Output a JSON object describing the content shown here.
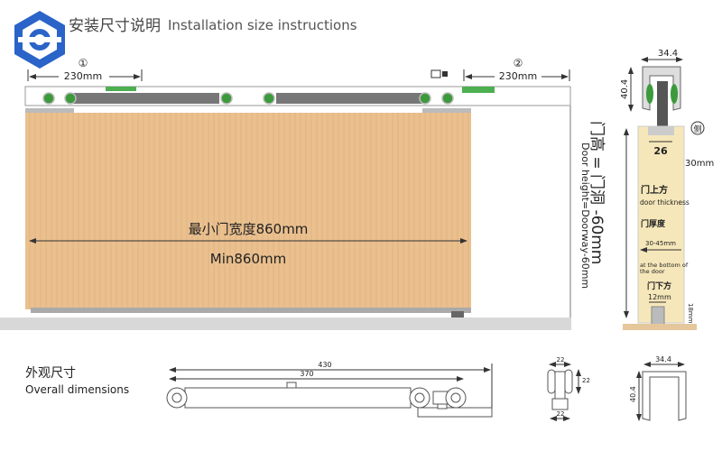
{
  "header": {
    "title_cn": "安装尺寸说明",
    "title_en": "Installation size instructions"
  },
  "front_view": {
    "marker_1": "①",
    "dim_1": "230mm",
    "marker_2": "②",
    "dim_2": "230mm",
    "min_width_cn": "最小门宽度860mm",
    "min_width_en": "Min860mm",
    "door_height_cn": "门高 = 门洞 -60mm",
    "door_height_en": "Door height=Doorway-60mm"
  },
  "side_view": {
    "rail_width": "34.4",
    "rail_height": "40.4",
    "side_mark": "侧",
    "slot_width": "26",
    "top_gap": "30mm",
    "door_top_cn": "门上方",
    "door_thickness_en": "door thickness",
    "door_thickness_cn": "门厚度",
    "thickness_range": "30-45mm",
    "bottom_en": "at the bottom of the door",
    "bottom_cn": "门下方",
    "bottom_slot": "12mm",
    "guide_height": "18mm"
  },
  "overall": {
    "title_cn": "外观尺寸",
    "title_en": "Overall dimensions",
    "length_total": "430",
    "length_body": "370",
    "wheel_width": "22",
    "wheel_height": "22",
    "wheel_base": "22",
    "rail_width": "34.4",
    "rail_height": "40.4"
  },
  "colors": {
    "logo_blue": "#2a64c8",
    "door_wood": "#eac08f",
    "door_side": "#f6e7ba",
    "wheel_green": "#3c9a3c"
  }
}
